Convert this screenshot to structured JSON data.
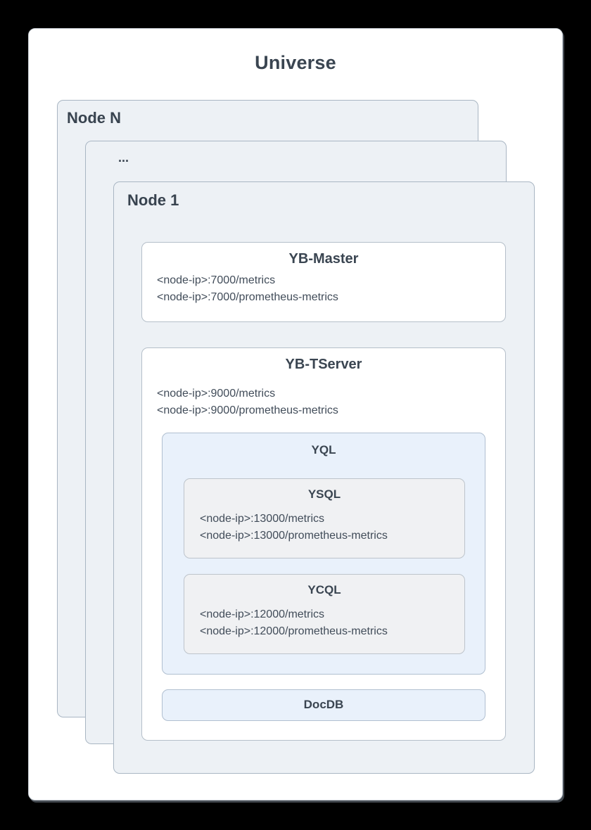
{
  "diagram": {
    "title": "Universe",
    "nodes": {
      "node_n_label": "Node N",
      "ellipsis_label": "...",
      "node_1_label": "Node 1"
    },
    "yb_master": {
      "title": "YB-Master",
      "endpoints": [
        "<node-ip>:7000/metrics",
        "<node-ip>:7000/prometheus-metrics"
      ]
    },
    "yb_tserver": {
      "title": "YB-TServer",
      "endpoints": [
        "<node-ip>:9000/metrics",
        "<node-ip>:9000/prometheus-metrics"
      ]
    },
    "yql": {
      "title": "YQL",
      "ysql": {
        "title": "YSQL",
        "endpoints": [
          "<node-ip>:13000/metrics",
          "<node-ip>:13000/prometheus-metrics"
        ]
      },
      "ycql": {
        "title": "YCQL",
        "endpoints": [
          "<node-ip>:12000/metrics",
          "<node-ip>:12000/prometheus-metrics"
        ]
      }
    },
    "docdb": {
      "title": "DocDB"
    },
    "colors": {
      "page_background": "#000000",
      "card_background": "#ffffff",
      "node_box_background": "#edf1f5",
      "service_box_background": "#ffffff",
      "api_box_background": "#e9f1fb",
      "sub_api_box_background": "#f0f1f3",
      "box_border": "#aab7c4",
      "text": "#3b4753"
    }
  }
}
